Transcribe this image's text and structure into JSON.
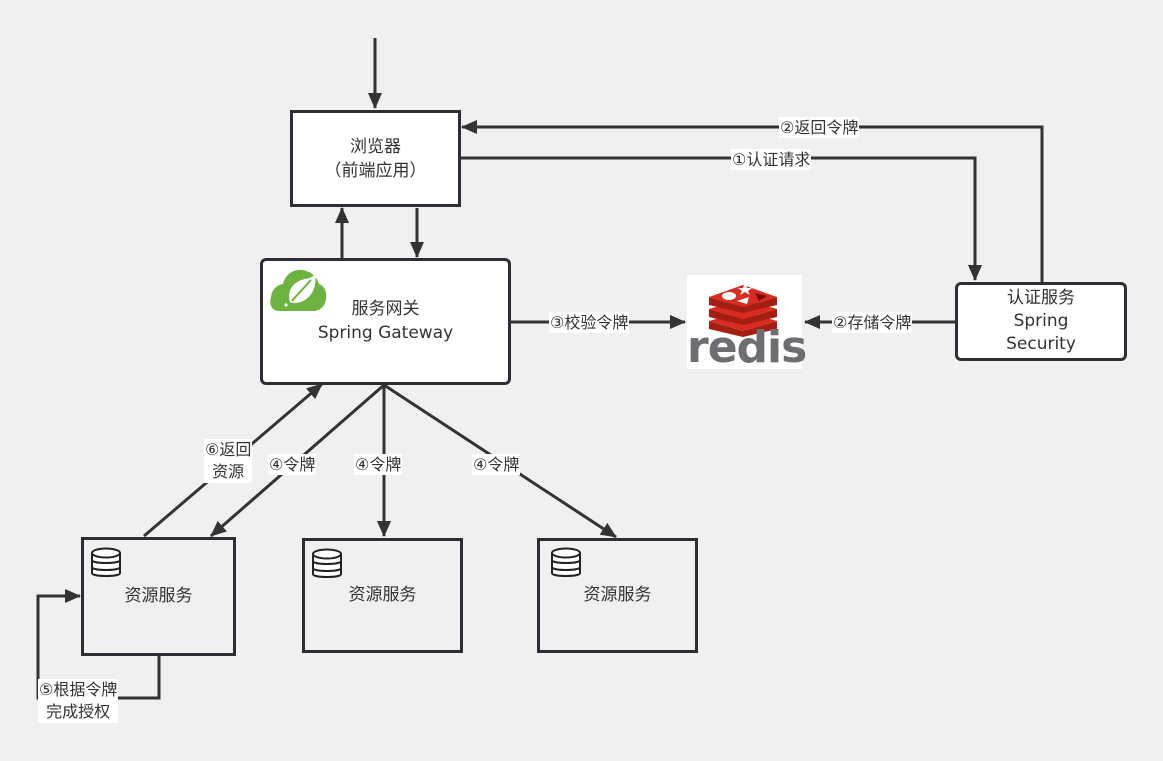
{
  "nodes": {
    "browser": {
      "line1": "浏览器",
      "line2": "（前端应用）"
    },
    "gateway": {
      "line1": "服务网关",
      "line2": "Spring Gateway",
      "icon": "spring-leaf-icon"
    },
    "redis": {
      "label": "redis",
      "icon": "redis-logo"
    },
    "auth": {
      "line1": "认证服务",
      "line2": "Spring",
      "line3": "Security"
    },
    "resources": [
      {
        "label": "资源服务",
        "icon": "database-icon"
      },
      {
        "label": "资源服务",
        "icon": "database-icon"
      },
      {
        "label": "资源服务",
        "icon": "database-icon"
      }
    ]
  },
  "edges": {
    "return_token": "②返回令牌",
    "auth_request": "①认证请求",
    "verify_token": "③校验令牌",
    "store_token": "②存储令牌",
    "return_resource_1": "⑥返回",
    "return_resource_2": "资源",
    "token_1": "④令牌",
    "token_2": "④令牌",
    "token_3": "④令牌",
    "authorize_1": "⑤根据令牌",
    "authorize_2": "完成授权"
  },
  "colors": {
    "line": "#333333",
    "background": "#f0f0f0",
    "spring_green": "#6db33f",
    "redis_red": "#d82c20"
  }
}
